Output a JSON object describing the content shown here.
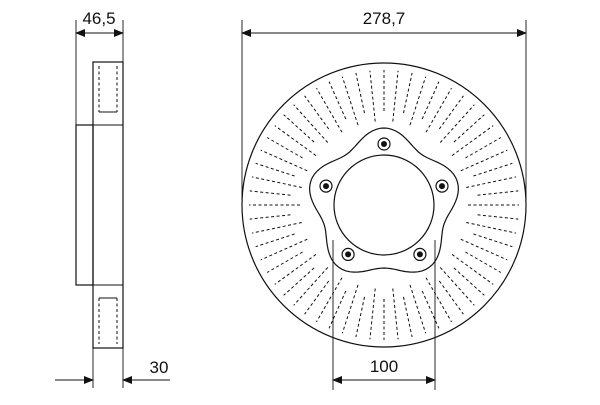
{
  "dimensions": {
    "hub_height": "46,5",
    "outer_diameter": "278,7",
    "disc_thickness": "30",
    "bolt_circle": "100"
  },
  "bolt_hole_count": 5,
  "vent_slot_count": 60
}
